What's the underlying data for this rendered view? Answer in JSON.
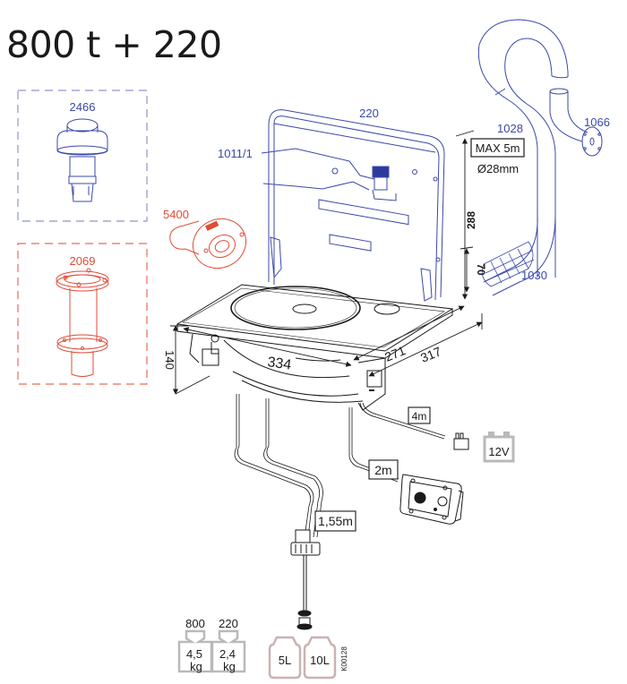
{
  "title": "800 t + 220",
  "colors": {
    "blue": "#3b48a8",
    "red": "#e04b35",
    "dashed_blue": "#8d95c9",
    "dashed_red": "#ea6a55",
    "black": "#1a1a1a",
    "grey": "#b9b9b9",
    "pink_grey": "#d6b9b9"
  },
  "parts": {
    "p2466": {
      "label": "2466",
      "icon": "deck-vent-icon"
    },
    "p2069": {
      "label": "2069",
      "icon": "deck-fitting-icon"
    },
    "p5400": {
      "label": "5400",
      "icon": "wall-outlet-icon"
    },
    "p220": {
      "label": "220",
      "icon": "lid-icon"
    },
    "p1011": {
      "label": "1011/1",
      "icon": "lid-stay-icon"
    },
    "p1028": {
      "label": "1028",
      "icon": "exhaust-hose-icon"
    },
    "p1066": {
      "label": "1066",
      "icon": "exhaust-outlet-icon"
    },
    "p1030": {
      "label": "1030",
      "icon": "silencer-icon"
    }
  },
  "hose": {
    "max_length": "MAX 5m",
    "diameter": "Ø28mm"
  },
  "dimensions": {
    "lid_height": "288",
    "hinge_offset": "70",
    "height": "140",
    "width": "334",
    "depth_inner": "271",
    "depth_outer": "317"
  },
  "cables": {
    "power": "4m",
    "controller": "2m",
    "fuel": "1,55m"
  },
  "battery": {
    "label": "12V",
    "icon": "battery-icon"
  },
  "weights": [
    {
      "model": "800",
      "value": "4,5",
      "unit": "kg"
    },
    {
      "model": "220",
      "value": "2,4",
      "unit": "kg"
    }
  ],
  "tanks": [
    {
      "label": "5L"
    },
    {
      "label": "10L"
    }
  ],
  "reference": "K00128"
}
